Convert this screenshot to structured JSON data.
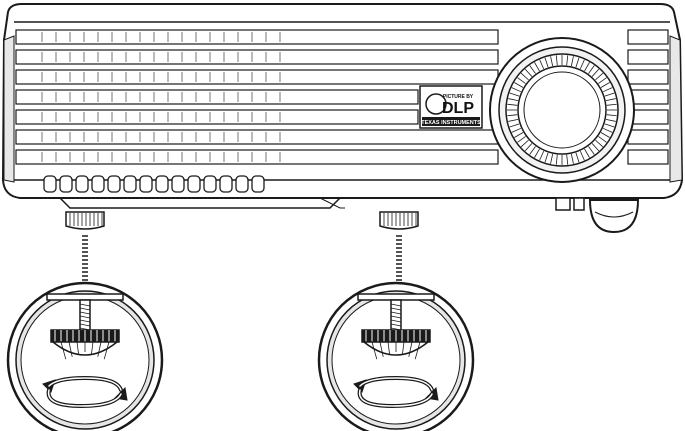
{
  "logo": {
    "tagline": "PICTURE BY",
    "mark": "DLP",
    "maker": "TEXAS INSTRUMENTS"
  },
  "icons": {
    "rotation": "rotate-arrows-icon",
    "foot": "adjustable-foot-icon"
  },
  "colors": {
    "stroke": "#1a1a1a",
    "body": "#ffffff",
    "shade": "#d9d9d9",
    "dark": "#333333"
  }
}
